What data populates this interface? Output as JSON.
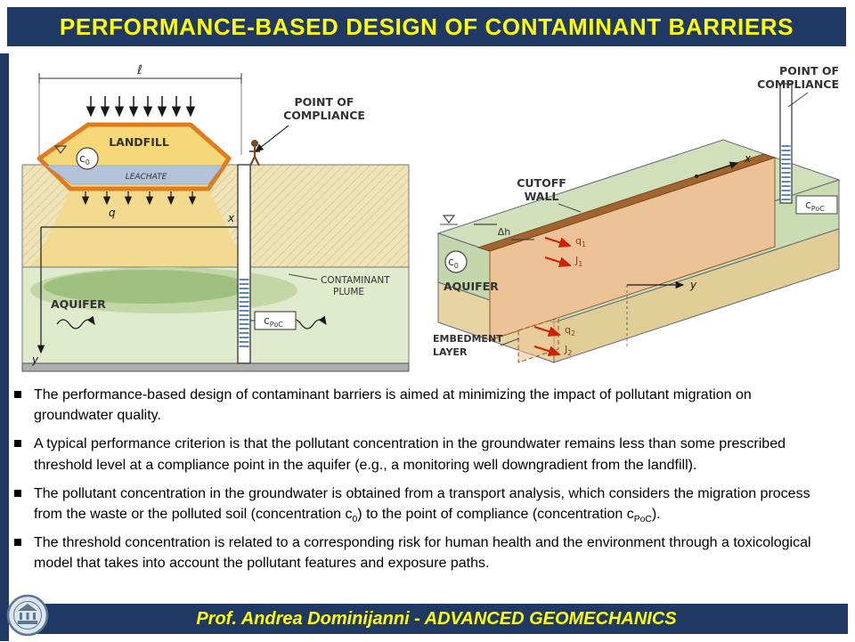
{
  "title": "PERFORMANCE-BASED DESIGN OF CONTAMINANT BARRIERS",
  "footer": "Prof. Andrea Dominijanni - ADVANCED GEOMECHANICS",
  "colors": {
    "banner_navy": "#1f3864",
    "banner_yellow": "#ffff00",
    "landfill_orange": "#e07b1e",
    "landfill_fill": "#f6d878",
    "leachate_blue": "#b3c3d9",
    "soil_tan": "#efe3b8",
    "aquifer_green": "#e0eacd",
    "plume_green": "#9fc07e",
    "wall_face_orange": "#edc296",
    "wall_cap_brown": "#a2652f",
    "flux_arrow_red": "#cc2200"
  },
  "left_diagram": {
    "length_symbol": "ℓ",
    "landfill": "LANDFILL",
    "leachate": "LEACHATE",
    "c0_main": "c",
    "c0_sub": "0",
    "q": "q",
    "x": "x",
    "y": "y",
    "aquifer": "AQUIFER",
    "poc_line1": "POINT OF",
    "poc_line2": "COMPLIANCE",
    "plume_line1": "CONTAMINANT",
    "plume_line2": "PLUME",
    "cpoc_main": "c",
    "cpoc_sub": "PoC"
  },
  "right_diagram": {
    "poc_line1": "POINT OF",
    "poc_line2": "COMPLIANCE",
    "cutoff_line1": "CUTOFF",
    "cutoff_line2": "WALL",
    "c0_main": "c",
    "c0_sub": "0",
    "dh": "Δh",
    "q1_main": "q",
    "q1_sub": "1",
    "j1_main": "J",
    "j1_sub": "1",
    "q2_main": "q",
    "q2_sub": "2",
    "j2_main": "J",
    "j2_sub": "2",
    "aquifer": "AQUIFER",
    "embedment_line1": "EMBEDMENT",
    "embedment_line2": "LAYER",
    "x": "x",
    "y": "y",
    "cpoc_main": "c",
    "cpoc_sub": "PoC"
  },
  "bullets": [
    {
      "segments": [
        {
          "t": "The performance-based design of contaminant barriers is aimed at minimizing the impact of pollutant migration on groundwater quality."
        }
      ]
    },
    {
      "segments": [
        {
          "t": "A typical performance criterion is that the pollutant concentration in the groundwater remains less than some prescribed threshold level at a compliance point in the aquifer (e.g., a monitoring well downgradient from the landfill)."
        }
      ]
    },
    {
      "segments": [
        {
          "t": "The pollutant concentration in the groundwater is obtained from a transport analysis, which considers the migration process from the waste or the polluted soil (concentration c"
        },
        {
          "t": "0",
          "sub": true
        },
        {
          "t": ") to the point of compliance (concentration c"
        },
        {
          "t": "PoC",
          "sub": true
        },
        {
          "t": ")."
        }
      ]
    },
    {
      "segments": [
        {
          "t": "The threshold concentration is related to a corresponding risk for human health and the environment through a toxicological model that takes into account the pollutant features and exposure paths."
        }
      ]
    }
  ]
}
